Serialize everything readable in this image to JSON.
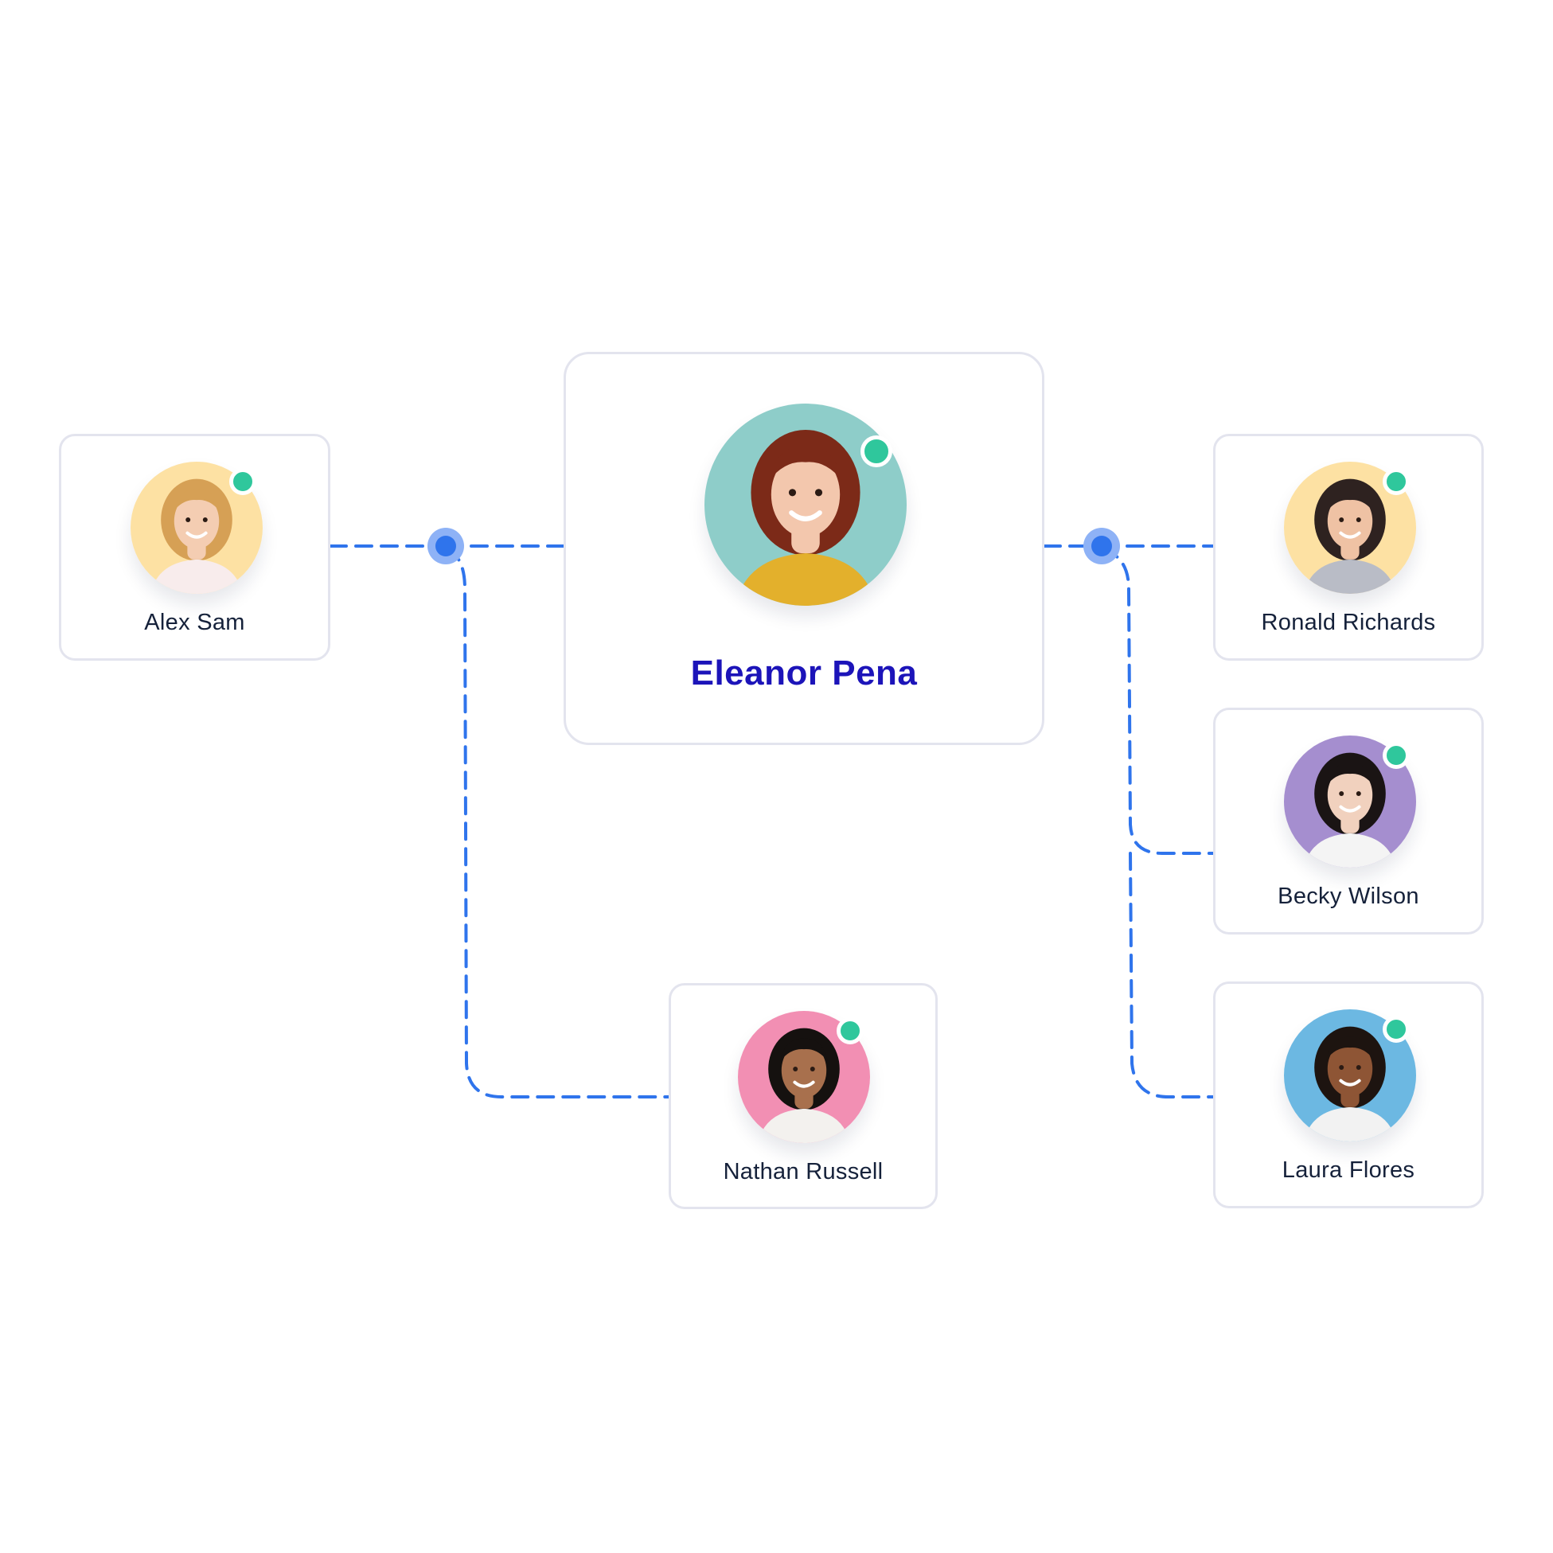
{
  "colors": {
    "connector": "#2f74ec",
    "hub_outer": "#8eb2f6",
    "hub_inner": "#2f74ec",
    "status_online": "#2fc79c",
    "card_border": "#e3e4ee",
    "name_text": "#15213a",
    "main_name_text": "#1c14b9"
  },
  "main": {
    "name": "Eleanor Pena",
    "avatar_bg": "#8ecdc9",
    "hair": "#7c2a18",
    "skin": "#f3c7ad",
    "shirt": "#e3b02c",
    "status": "online"
  },
  "left": [
    {
      "name": "Alex Sam",
      "avatar_bg": "#fde1a3",
      "hair": "#d6a055",
      "skin": "#f4cdb2",
      "shirt": "#f8ecec",
      "status": "online"
    }
  ],
  "bottom": [
    {
      "name": "Nathan Russell",
      "avatar_bg": "#f28fb3",
      "hair": "#15110f",
      "skin": "#a8704d",
      "shirt": "#f3f1ee",
      "status": "online"
    }
  ],
  "right": [
    {
      "name": "Ronald Richards",
      "avatar_bg": "#fde1a3",
      "hair": "#2e2220",
      "skin": "#efc2a4",
      "shirt": "#b9bcc6",
      "status": "online"
    },
    {
      "name": "Becky Wilson",
      "avatar_bg": "#a58ecf",
      "hair": "#1a1414",
      "skin": "#f1d1be",
      "shirt": "#f4f4f4",
      "status": "online"
    },
    {
      "name": "Laura Flores",
      "avatar_bg": "#6cb8e2",
      "hair": "#1d1410",
      "skin": "#8e5535",
      "shirt": "#f2f2f2",
      "status": "online"
    }
  ]
}
